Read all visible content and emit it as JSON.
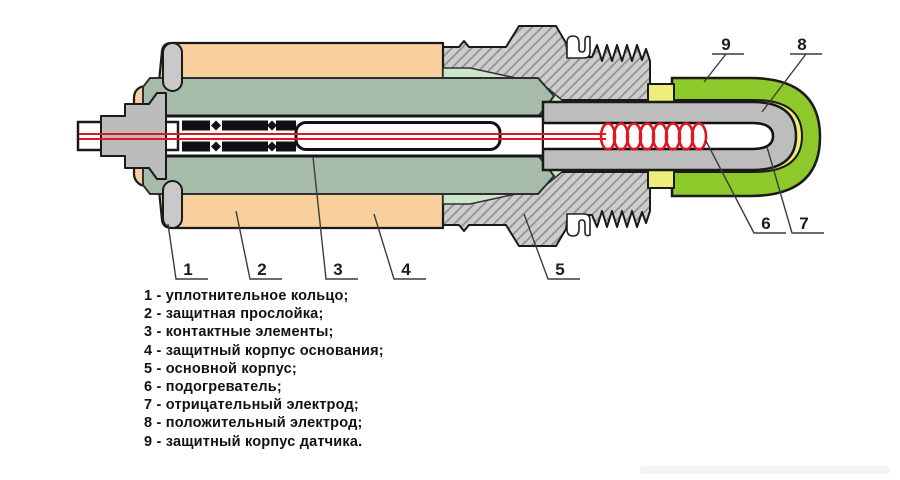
{
  "diagram": {
    "callouts": [
      {
        "n": "1"
      },
      {
        "n": "2"
      },
      {
        "n": "3"
      },
      {
        "n": "4"
      },
      {
        "n": "5"
      },
      {
        "n": "6"
      },
      {
        "n": "7"
      },
      {
        "n": "8"
      },
      {
        "n": "9"
      }
    ],
    "colors": {
      "outer_case_orange": "#f9cf9e",
      "insulator_sage": "#a6bca9",
      "liner_mint": "#cde7cb",
      "housing_hatch_gray": "#cdcdcd",
      "metal_gray": "#bdbdbd",
      "sensor_cap_green": "#8ec92b",
      "glaze_yellow": "#efee7c",
      "heater_red": "#e01722",
      "outline_black": "#1a1a1a"
    }
  },
  "legend": {
    "items": [
      {
        "text": "1 - уплотнительное кольцо;"
      },
      {
        "text": "2 - защитная прослойка;"
      },
      {
        "text": "3 - контактные элементы;"
      },
      {
        "text": "4 - защитный корпус основания;"
      },
      {
        "text": "5 - основной корпус;"
      },
      {
        "text": "6 - подогреватель;"
      },
      {
        "text": "7 - отрицательный электрод;"
      },
      {
        "text": "8 - положительный электрод;"
      },
      {
        "text": "9 - защитный корпус датчика."
      }
    ]
  }
}
